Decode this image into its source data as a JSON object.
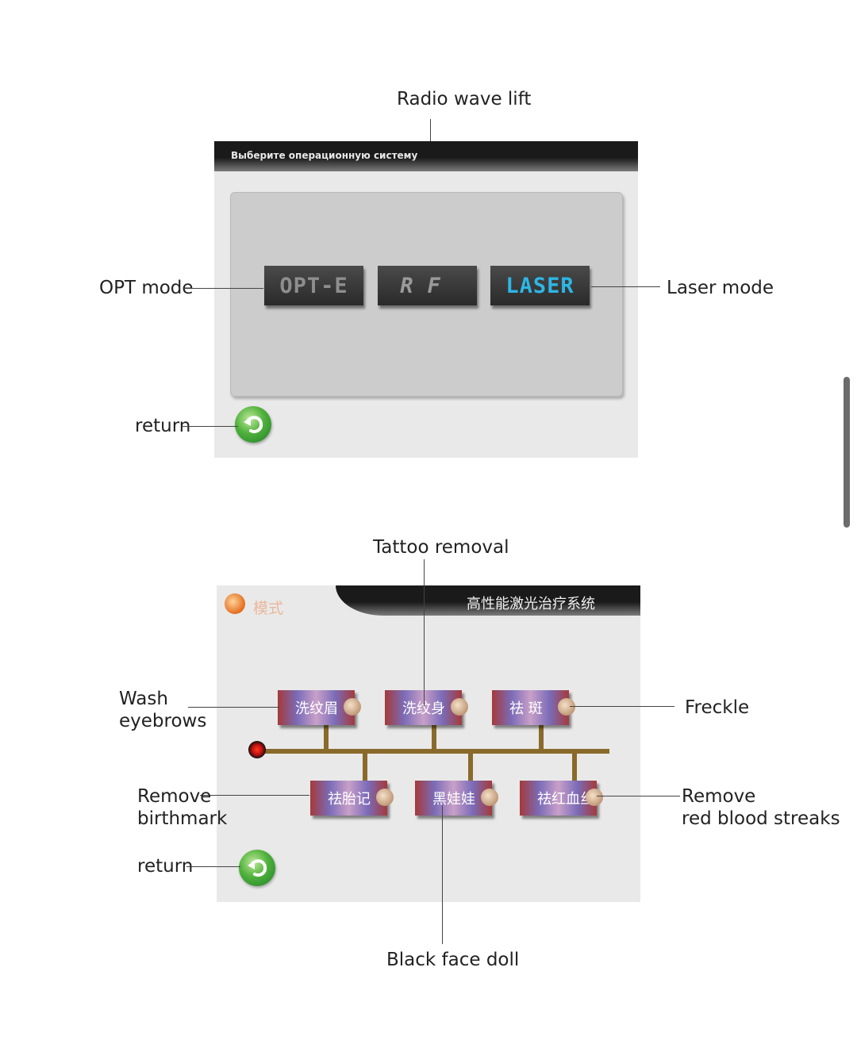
{
  "screen1": {
    "title": "Выберите операционную систему",
    "buttons": {
      "opt": "OPT-E",
      "rf": "RF",
      "laser": "LASER"
    }
  },
  "screen2": {
    "mode_label": "模式",
    "title": "高性能激光治疗系统",
    "row1": [
      "洗纹眉",
      "洗纹身",
      "祛 斑"
    ],
    "row2": [
      "祛胎记",
      "黑娃娃",
      "祛红血丝"
    ]
  },
  "annotations": {
    "radio_wave_lift": "Radio wave lift",
    "opt_mode": "OPT mode",
    "laser_mode": "Laser mode",
    "return1": "return",
    "tattoo_removal": "Tattoo removal",
    "wash_eyebrows_1": "Wash",
    "wash_eyebrows_2": "eyebrows",
    "freckle": "Freckle",
    "remove_birthmark_1": "Remove",
    "remove_birthmark_2": "birthmark",
    "remove_red_1": "Remove",
    "remove_red_2": "red blood streaks",
    "return2": "return",
    "black_face_doll": "Black face doll"
  },
  "colors": {
    "laser_text": "#2db6e6",
    "return_green": "#4fb13b",
    "treat_red": "#a53a3a",
    "treat_purple": "#7a6bb8"
  }
}
